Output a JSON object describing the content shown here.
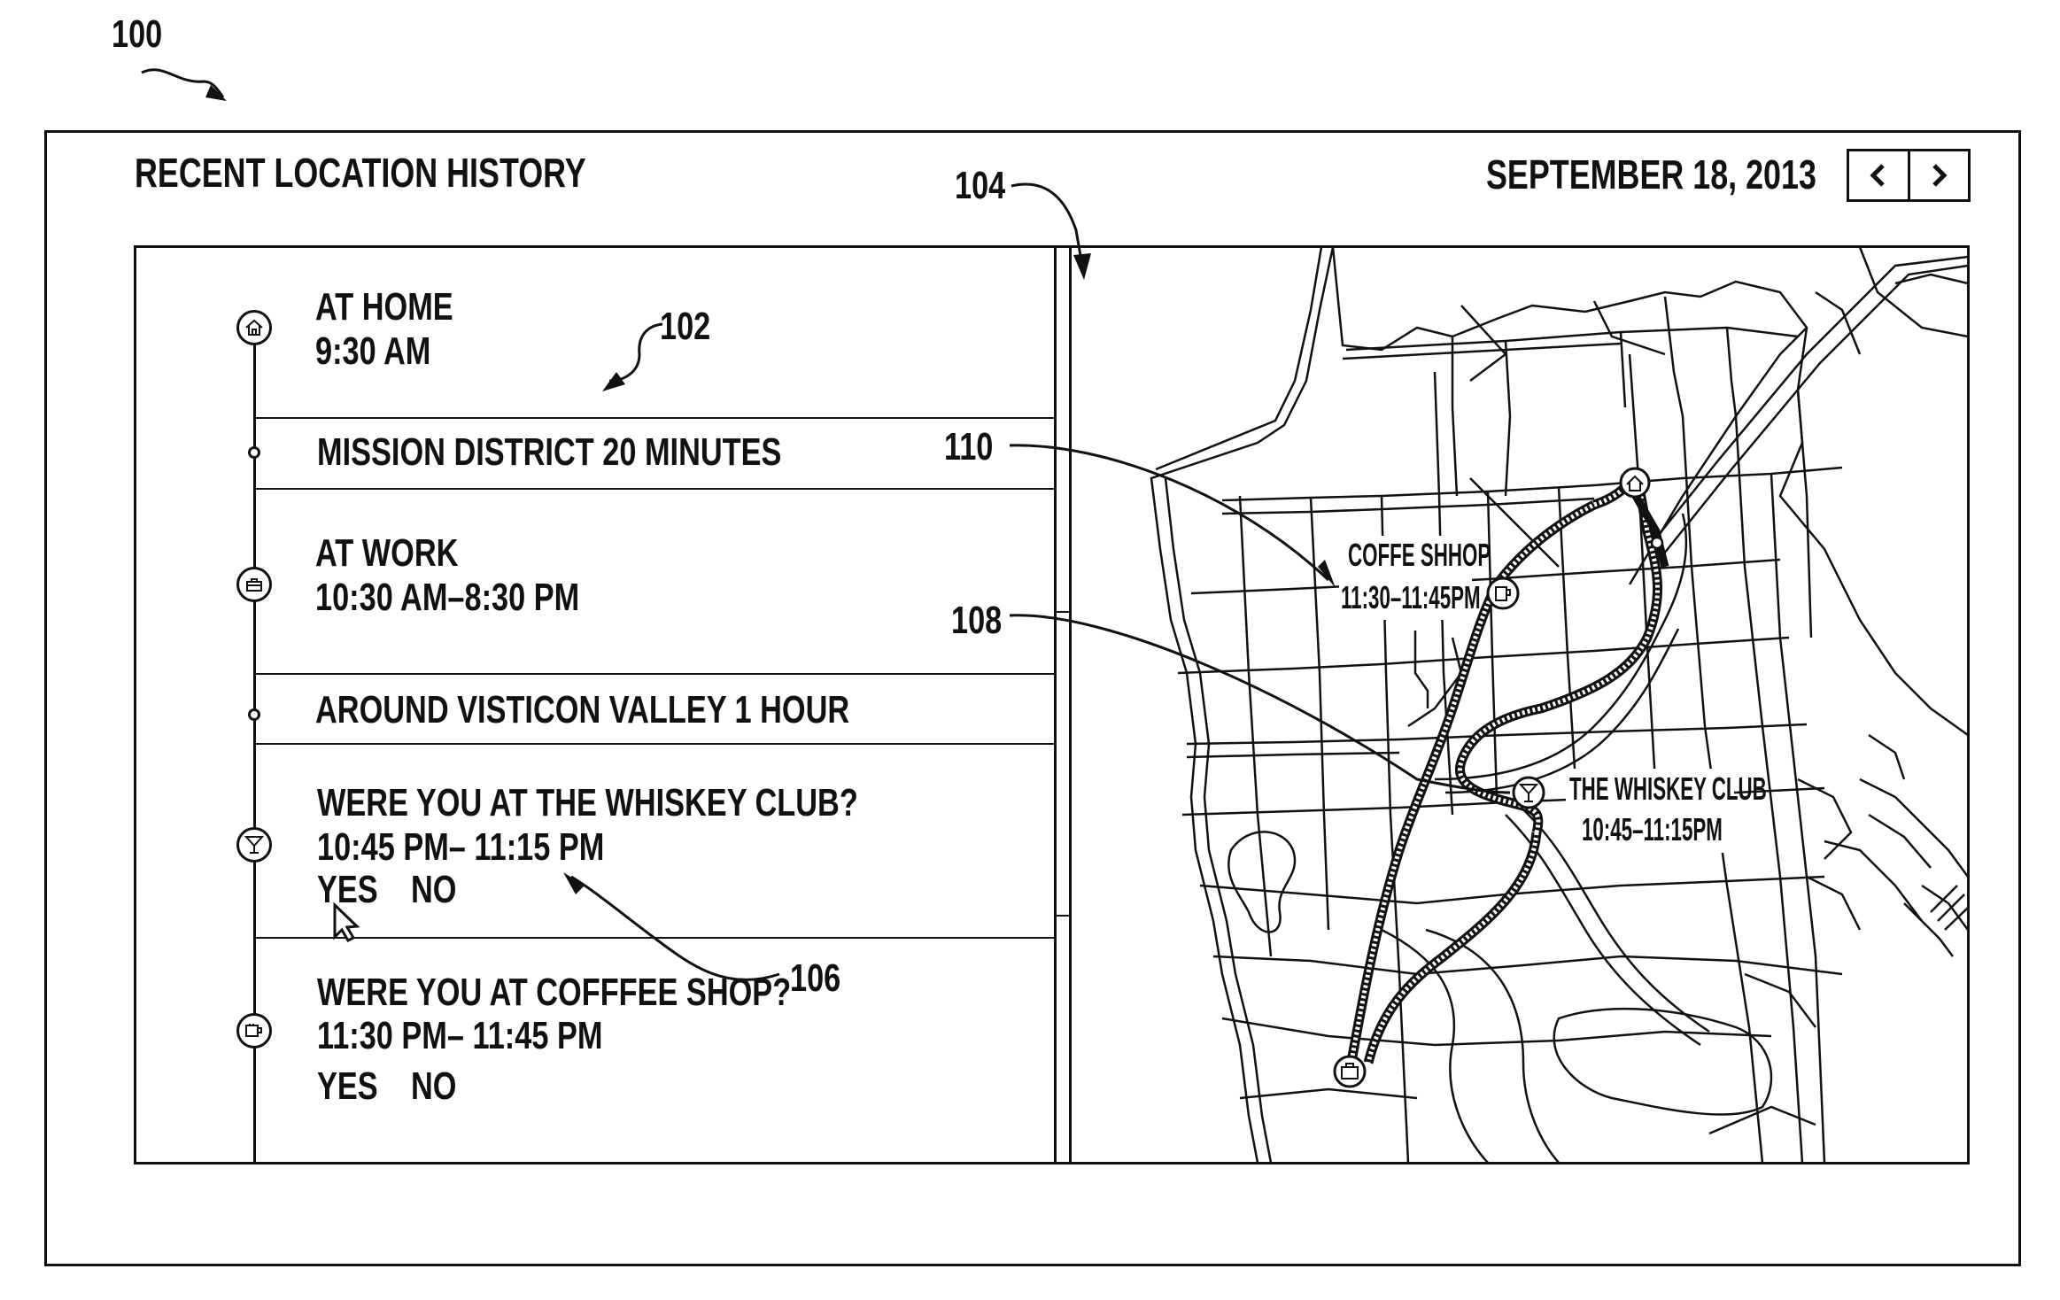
{
  "figure_number": "100",
  "header": {
    "title": "RECENT LOCATION HISTORY",
    "date": "SEPTEMBER 18, 2013",
    "prev_icon": "chevron-left-icon",
    "next_icon": "chevron-right-icon"
  },
  "refs": {
    "timeline": "102",
    "map": "104",
    "prompt": "106",
    "route": "108",
    "callout": "110"
  },
  "timeline": {
    "home": {
      "icon": "home-icon",
      "label": "AT HOME",
      "time": "9:30 AM"
    },
    "transit_1": {
      "label": "MISSION DISTRICT 20 MINUTES"
    },
    "work": {
      "icon": "briefcase-icon",
      "label": "AT WORK",
      "time": "10:30 AM–8:30 PM"
    },
    "transit_2": {
      "label": "AROUND VISTICON VALLEY 1 HOUR"
    },
    "whiskey": {
      "icon": "cocktail-glass-icon",
      "question": "WERE YOU AT THE WHISKEY CLUB?",
      "time": "10:45 PM– 11:15 PM",
      "yes": "YES",
      "no": "NO"
    },
    "coffee": {
      "icon": "coffee-cup-icon",
      "question": "WERE YOU AT COFFFEE SHOP?",
      "time": "11:30 PM– 11:45 PM",
      "yes": "YES",
      "no": "NO"
    }
  },
  "map": {
    "coffee_label": "COFFE SHHOP",
    "coffee_time": "11:30–11:45PM",
    "whiskey_label": "THE WHISKEY CLUB",
    "whiskey_time": "10:45–11:15PM"
  }
}
